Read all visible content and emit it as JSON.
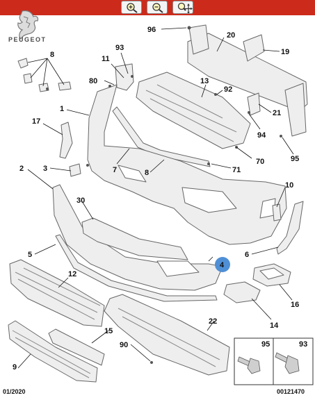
{
  "toolbar": {
    "zoom_in_icon": "magnifier-plus",
    "zoom_out_icon": "magnifier-minus",
    "zoom_pan_icon": "magnifier-pan",
    "accent_color": "#cc2a1b"
  },
  "brand": {
    "name": "PEUGEOT"
  },
  "callouts": {
    "c96": "96",
    "c20": "20",
    "c8": "8",
    "c93": "93",
    "c11": "11",
    "c19": "19",
    "c80": "80",
    "c13": "13",
    "c92": "92",
    "c1": "1",
    "c21": "21",
    "c17": "17",
    "c94": "94",
    "c70": "70",
    "c95": "95",
    "c7": "7",
    "c3": "3",
    "c71": "71",
    "c2": "2",
    "c8b": "8",
    "c10": "10",
    "c30": "30",
    "c5": "5",
    "c6": "6",
    "c4": "4",
    "c12": "12",
    "c16": "16",
    "c22": "22",
    "c14": "14",
    "c15": "15",
    "c90": "90",
    "c9": "9",
    "inset95": "95",
    "inset93": "93"
  },
  "footer": {
    "date": "01/2020",
    "ref": "00121470"
  },
  "colors": {
    "part_fill": "#eeeeee",
    "part_stroke": "#666666",
    "highlight": "#4f8fd6"
  }
}
